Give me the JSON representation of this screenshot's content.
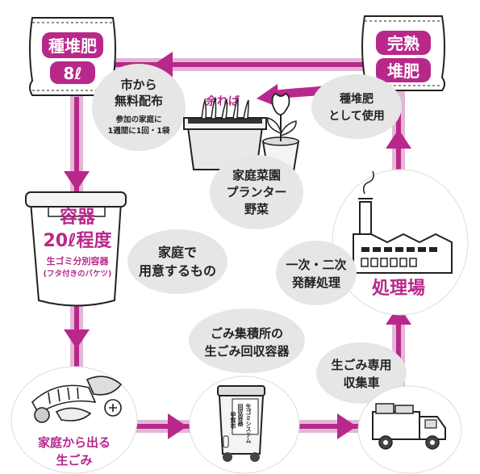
{
  "colors": {
    "magenta": "#b8288a",
    "track": "#e3b6d6",
    "bubble": "#e6e6e6",
    "outline": "#222222"
  },
  "nodes": {
    "seed_compost": {
      "line1": "種堆肥",
      "line2": "8ℓ"
    },
    "finished_compost": {
      "line1": "完熟",
      "line2": "堆肥"
    },
    "container": {
      "title": "容器",
      "size": "20ℓ程度",
      "sub1": "生ゴミ分別容器",
      "sub2": "(フタ付きのバケツ)"
    },
    "processing_plant": {
      "label": "処理場"
    },
    "household_waste": {
      "line1": "家庭から出る",
      "line2": "生ごみ"
    }
  },
  "bubbles": {
    "city_distribution": {
      "line1": "市から",
      "line2": "無料配布",
      "note1": "参加の家庭に",
      "note2": "1週間に1回・1袋"
    },
    "use_as_seed": {
      "line1": "種堆肥",
      "line2": "として使用"
    },
    "garden": {
      "line1": "家庭菜園",
      "line2": "プランター",
      "line3": "野菜"
    },
    "prepared_at_home": {
      "line1": "家庭で",
      "line2": "用意するもの"
    },
    "fermentation": {
      "line1": "一次・二次",
      "line2": "発酵処理"
    },
    "collection_point": {
      "line1": "ごみ集積所の",
      "line2": "生ごみ回収容器"
    },
    "collection_truck": {
      "line1": "生ごみ専用",
      "line2": "収集車"
    }
  },
  "labels": {
    "surplus": "余れば",
    "bin_text1": "生ゴミシステム",
    "bin_text2": "回収容器",
    "bin_text3": "甲賀市"
  },
  "icons": {
    "bag_left": "compost-bag-icon",
    "bag_right": "compost-bag-icon",
    "bucket": "bucket-icon",
    "factory": "factory-icon",
    "truck": "truck-icon",
    "bin": "collection-bin-icon",
    "planter": "planter-icon",
    "waste": "food-waste-icon"
  }
}
